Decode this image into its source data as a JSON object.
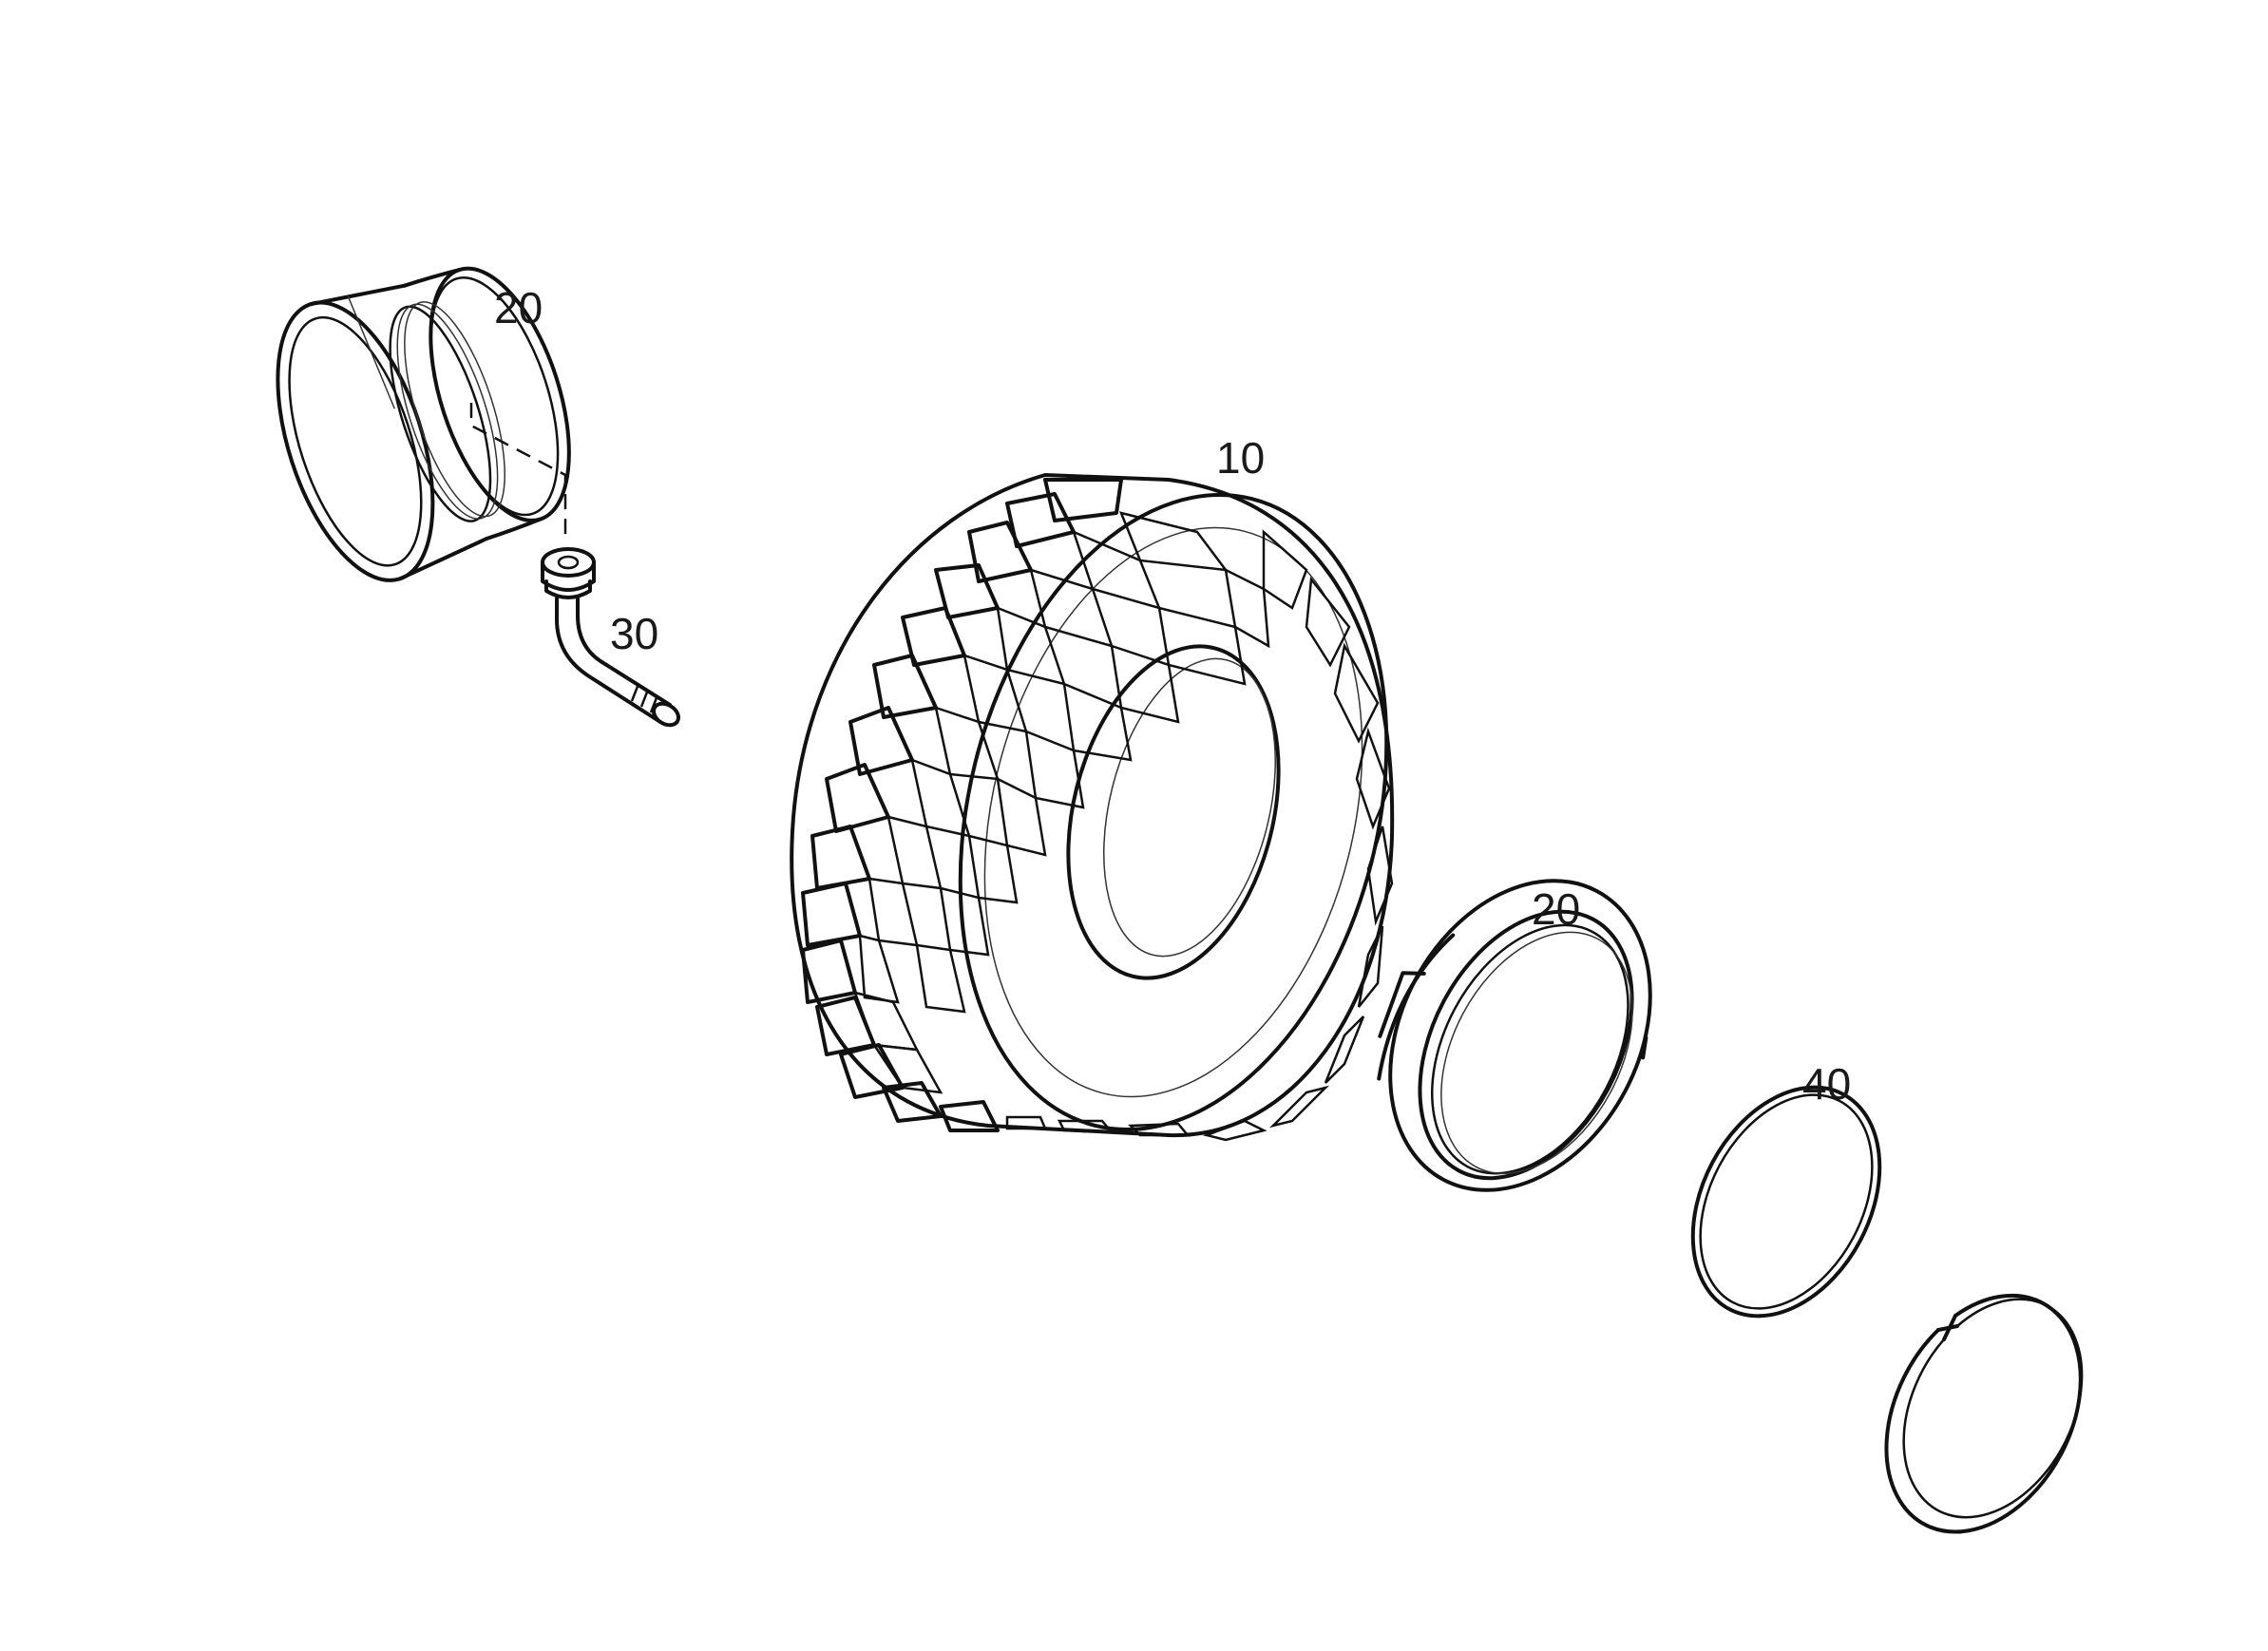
{
  "callouts": {
    "tire": "10",
    "rim_rear": "20",
    "rim_front": "20",
    "valve": "30",
    "lock_ring": "40"
  }
}
